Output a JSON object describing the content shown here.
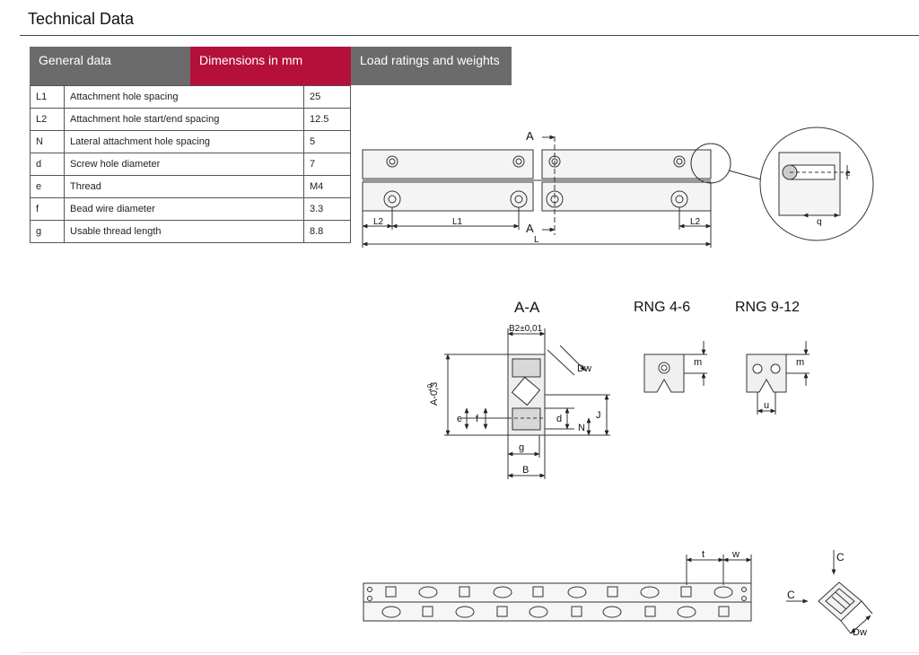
{
  "page": {
    "title": "Technical Data"
  },
  "tabs": [
    {
      "label": "General data",
      "active": false
    },
    {
      "label": "Dimensions in mm",
      "active": true
    },
    {
      "label": "Load ratings and weights",
      "active": false
    }
  ],
  "colors": {
    "active_tab": "#b5103a",
    "inactive_tab": "#6b6b6b"
  },
  "rows": [
    {
      "symbol": "L1",
      "name": "Attachment hole spacing",
      "value": "25"
    },
    {
      "symbol": "L2",
      "name": "Attachment hole start/end spacing",
      "value": "12.5"
    },
    {
      "symbol": "N",
      "name": "Lateral attachment hole spacing",
      "value": "5"
    },
    {
      "symbol": "d",
      "name": "Screw hole diameter",
      "value": "7"
    },
    {
      "symbol": "e",
      "name": "Thread",
      "value": "M4"
    },
    {
      "symbol": "f",
      "name": "Bead wire diameter",
      "value": "3.3"
    },
    {
      "symbol": "g",
      "name": "Usable thread length",
      "value": "8.8"
    }
  ],
  "drawing": {
    "rail": {
      "section_mark": "A",
      "l2": "L2",
      "l1": "L1",
      "l": "L",
      "detail_e": "e",
      "detail_q": "q"
    },
    "section": {
      "title": "A-A",
      "b_tol": "B2±0,01",
      "a_tol": "A-0,3",
      "a_tol_upper": "+0",
      "dw": "Dw",
      "e": "e",
      "f": "f",
      "d": "d",
      "n": "N",
      "j": "J",
      "g": "g",
      "b": "B"
    },
    "rng46": {
      "title": "RNG 4-6",
      "m": "m"
    },
    "rng912": {
      "title": "RNG 9-12",
      "m": "m",
      "u": "u"
    },
    "cage": {
      "t": "t",
      "w": "w",
      "c": "C",
      "dw": "Dw"
    }
  }
}
